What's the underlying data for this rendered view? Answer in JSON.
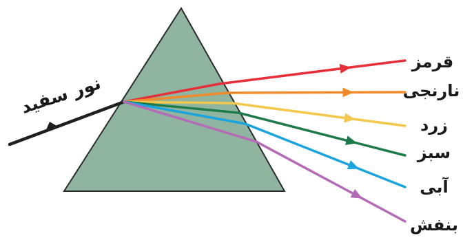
{
  "white_light_label": "نور سفید",
  "colors": {
    "prism_fill": "#8fb5a0",
    "prism_stroke": "#2b2b2b",
    "white_light": "#1f1f1f",
    "red": "#e5303a",
    "orange": "#f08a2a",
    "yellow": "#f2c94c",
    "green": "#1f7a4a",
    "blue": "#1aa3dc",
    "violet": "#b46ab6"
  },
  "spectrum": [
    {
      "key": "red",
      "label": "قرمز"
    },
    {
      "key": "orange",
      "label": "نارنجی"
    },
    {
      "key": "yellow",
      "label": "زرد"
    },
    {
      "key": "green",
      "label": "سبز"
    },
    {
      "key": "blue",
      "label": "آبی"
    },
    {
      "key": "violet",
      "label": "بنفش"
    }
  ]
}
